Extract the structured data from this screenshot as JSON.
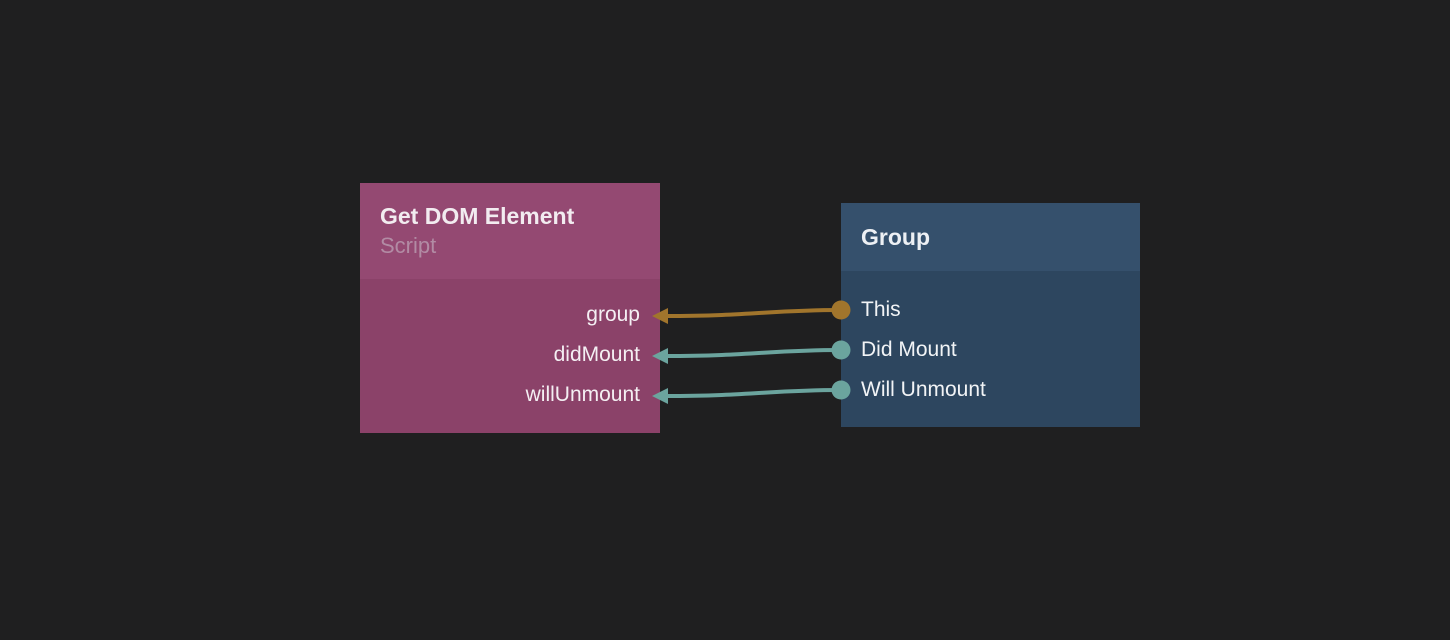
{
  "canvas": {
    "background_color": "#1f1f20"
  },
  "nodes": {
    "get_dom_element": {
      "title": "Get DOM Element",
      "subtitle": "Script",
      "header_color": "#944972",
      "body_color": "#8b4269",
      "title_color": "#f2ecf0",
      "subtitle_color": "#b28ba4",
      "port_text_color": "#f4eff3",
      "port_side": "inputs",
      "ports": [
        "group",
        "didMount",
        "willUnmount"
      ]
    },
    "group": {
      "title": "Group",
      "header_color": "#35506c",
      "body_color": "#2d465f",
      "title_color": "#edf0f4",
      "subtitle_color": "",
      "port_text_color": "#f2f4f6",
      "port_side": "outputs",
      "ports": [
        "This",
        "Did Mount",
        "Will Unmount"
      ]
    }
  },
  "connections": [
    {
      "from_node": "group",
      "from_port": "This",
      "to_node": "get_dom_element",
      "to_port": "group",
      "color": "#a1752c"
    },
    {
      "from_node": "group",
      "from_port": "Did Mount",
      "to_node": "get_dom_element",
      "to_port": "didMount",
      "color": "#6ba49e"
    },
    {
      "from_node": "group",
      "from_port": "Will Unmount",
      "to_node": "get_dom_element",
      "to_port": "willUnmount",
      "color": "#6ba49e"
    }
  ]
}
